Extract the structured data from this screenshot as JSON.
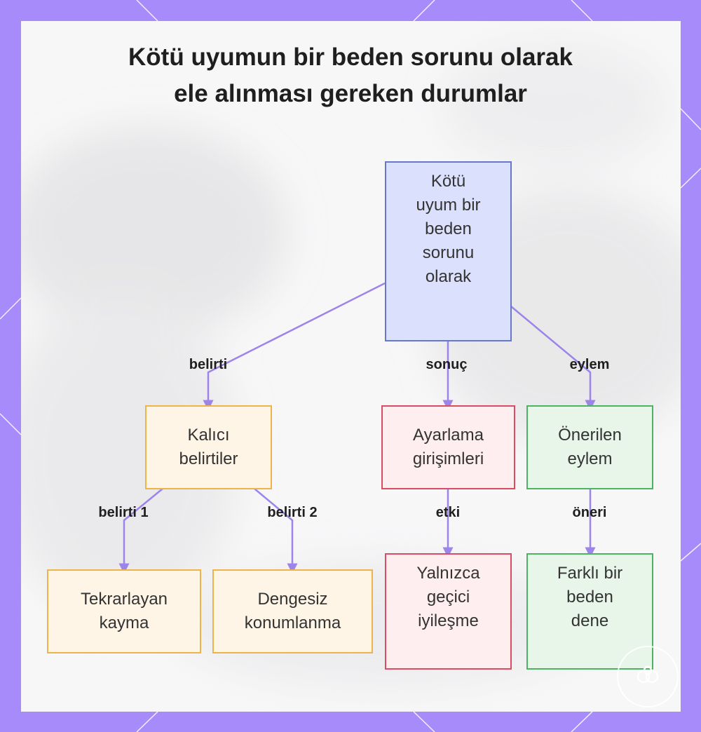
{
  "title": {
    "line1": "Kötü uyumun bir beden sorunu olarak",
    "line2": "ele alınması gereken durumlar"
  },
  "nodes": {
    "root": [
      "Kötü",
      "uyum bir",
      "beden",
      "sorunu",
      "olarak"
    ],
    "persistent_symptoms": [
      "Kalıcı",
      "belirtiler"
    ],
    "adjustment_attempts": [
      "Ayarlama",
      "girişimleri"
    ],
    "recommended_action": [
      "Önerilen",
      "eylem"
    ],
    "recurring_slip": [
      "Tekrarlayan",
      "kayma"
    ],
    "unstable_positioning": [
      "Dengesiz",
      "konumlanma"
    ],
    "temporary_improvement": [
      "Yalnızca",
      "geçici",
      "iyileşme"
    ],
    "try_different_size": [
      "Farklı bir",
      "beden",
      "dene"
    ]
  },
  "edges": {
    "symptom": "belirti",
    "result": "sonuç",
    "action": "eylem",
    "symptom_1": "belirti 1",
    "symptom_2": "belirti 2",
    "effect": "etki",
    "suggestion": "öneri"
  },
  "colors": {
    "frame": "#a78bfa",
    "connector": "#9d84ea",
    "blue_border": "#6678c9",
    "orange_border": "#eeb44a",
    "red_border": "#d84d63",
    "green_border": "#4bb462"
  },
  "badge_icon": "logo-ring-icon"
}
